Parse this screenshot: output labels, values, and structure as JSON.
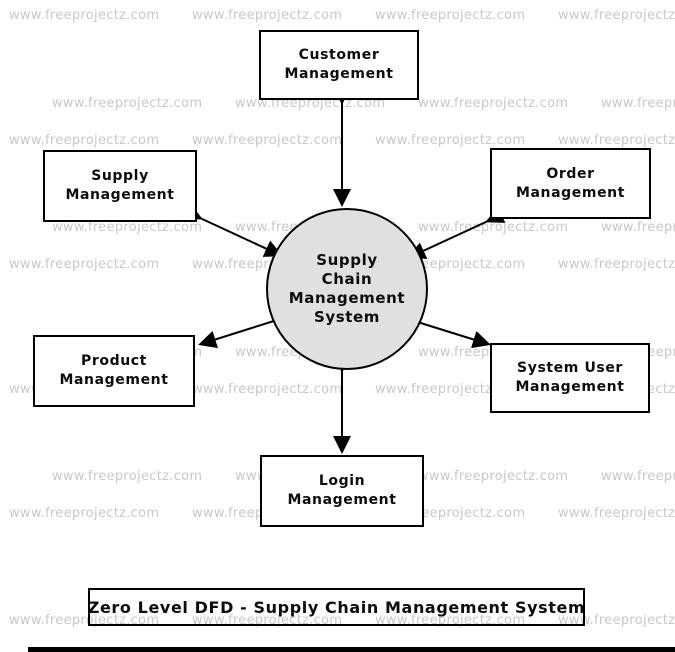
{
  "watermark": {
    "text": "www.freeprojectz.com"
  },
  "colors": {
    "watermark": "#c8c8c8",
    "process_fill": "#e0e0e0",
    "border": "#000000",
    "background": "#ffffff"
  },
  "diagram": {
    "title": "Zero Level DFD - Supply Chain Management System",
    "process": {
      "lines": [
        "Supply",
        "Chain",
        "Management",
        "System"
      ]
    },
    "entities": [
      {
        "id": "customer-management",
        "lines": [
          "Customer",
          "Management"
        ]
      },
      {
        "id": "supply-management",
        "lines": [
          "Supply",
          "Management"
        ]
      },
      {
        "id": "order-management",
        "lines": [
          "Order",
          "Management"
        ]
      },
      {
        "id": "product-management",
        "lines": [
          "Product",
          "Management"
        ]
      },
      {
        "id": "system-user-management",
        "lines": [
          "System User",
          "Management"
        ]
      },
      {
        "id": "login-management",
        "lines": [
          "Login",
          "Management"
        ]
      }
    ]
  }
}
